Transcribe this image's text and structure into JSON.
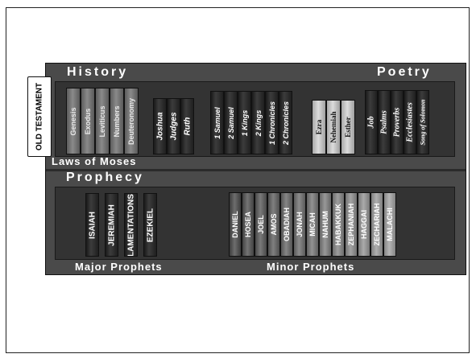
{
  "ot_label": "OLD TESTAMENT",
  "sections": {
    "history": "History",
    "poetry": "Poetry",
    "prophecy": "Prophecy"
  },
  "captions": {
    "laws": "Laws of Moses",
    "major": "Major Prophets",
    "minor": "Minor Prophets"
  },
  "books": {
    "law": [
      "Genesis",
      "Exodus",
      "Leviticus",
      "Numbers",
      "Deuteronomy"
    ],
    "history1": [
      "Joshua",
      "Judges",
      "Ruth"
    ],
    "history2": [
      "1 Samuel",
      "2 Samuel",
      "1 Kings",
      "2 Kings",
      "1 Chronicles",
      "2 Chronicles"
    ],
    "history3": [
      "Ezra",
      "Nehemiah",
      "Esther"
    ],
    "poetry": [
      "Job",
      "Psalms",
      "Proverbs",
      "Ecclesiastes",
      "Song of Solomon"
    ],
    "major": [
      "ISAIAH",
      "JEREMIAH",
      "LAMENTATIONS",
      "EZEKIEL"
    ],
    "minor": [
      "DANIEL",
      "HOSEA",
      "JOEL",
      "AMOS",
      "OBADIAH",
      "JONAH",
      "MICAH",
      "NAHUM",
      "HABAKKUK",
      "ZEPHANIAH",
      "HAGGAI",
      "ZECHARIAH",
      "MALACHI"
    ]
  }
}
